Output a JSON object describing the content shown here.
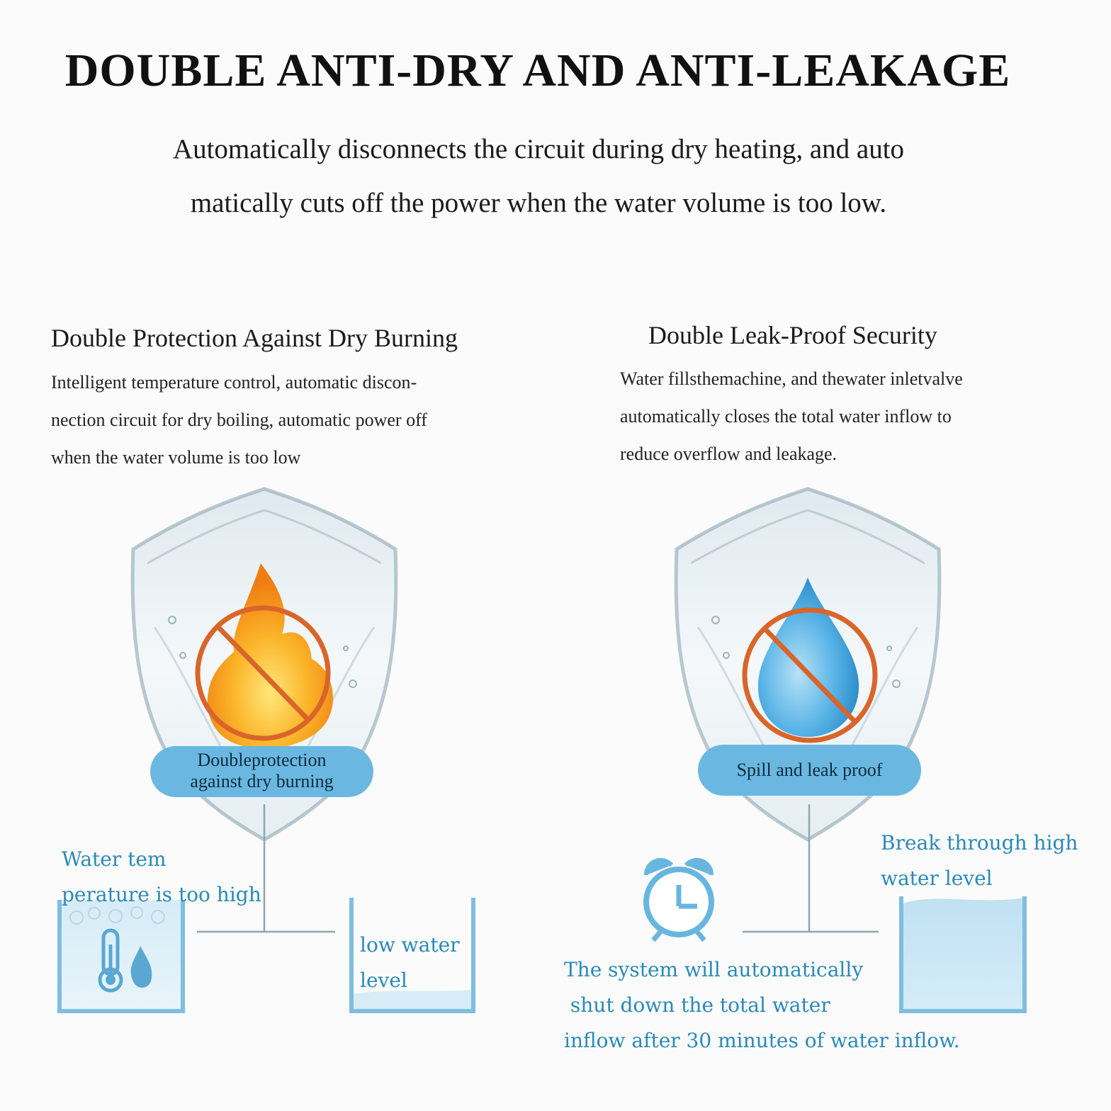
{
  "header": {
    "title": "DOUBLE ANTI-DRY AND ANTI-LEAKAGE",
    "subtitle_line1": "Automatically disconnects the circuit during dry heating, and auto",
    "subtitle_line2": "matically cuts off the power when the water volume is too low."
  },
  "left": {
    "heading": "Double Protection Against Dry Burning",
    "text_line1": "Intelligent temperature control, automatic discon-",
    "text_line2": "nection circuit for dry boiling, automatic power off",
    "text_line3": "when the water volume is too low",
    "badge_line1": "Doubleprotection",
    "badge_line2": "against dry burning",
    "icon": "no-fire-icon",
    "label_temp_line1": "Water tem",
    "label_temp_line2": "perature is too high",
    "label_low_line1": "low water",
    "label_low_line2": "level"
  },
  "right": {
    "heading": "Double Leak-Proof Security",
    "text_line1": "Water fillsthemachine, and thewater inletvalve",
    "text_line2": "automatically closes the total water inflow to",
    "text_line3": "reduce overflow and leakage.",
    "badge": "Spill and leak proof",
    "icon": "no-water-drop-icon",
    "label_high_line1": "Break through high",
    "label_high_line2": "water level",
    "label_timer_line1": "The system will automatically",
    "label_timer_line2": " shut down the total water",
    "label_timer_line3": "inflow after 30 minutes of water inflow."
  },
  "colors": {
    "accent_blue": "#2a89b8",
    "badge_blue": "#6ab8e2",
    "prohibit_orange": "#d9652a",
    "flame_orange": "#f7a21e",
    "drop_blue": "#4aa8e0"
  }
}
